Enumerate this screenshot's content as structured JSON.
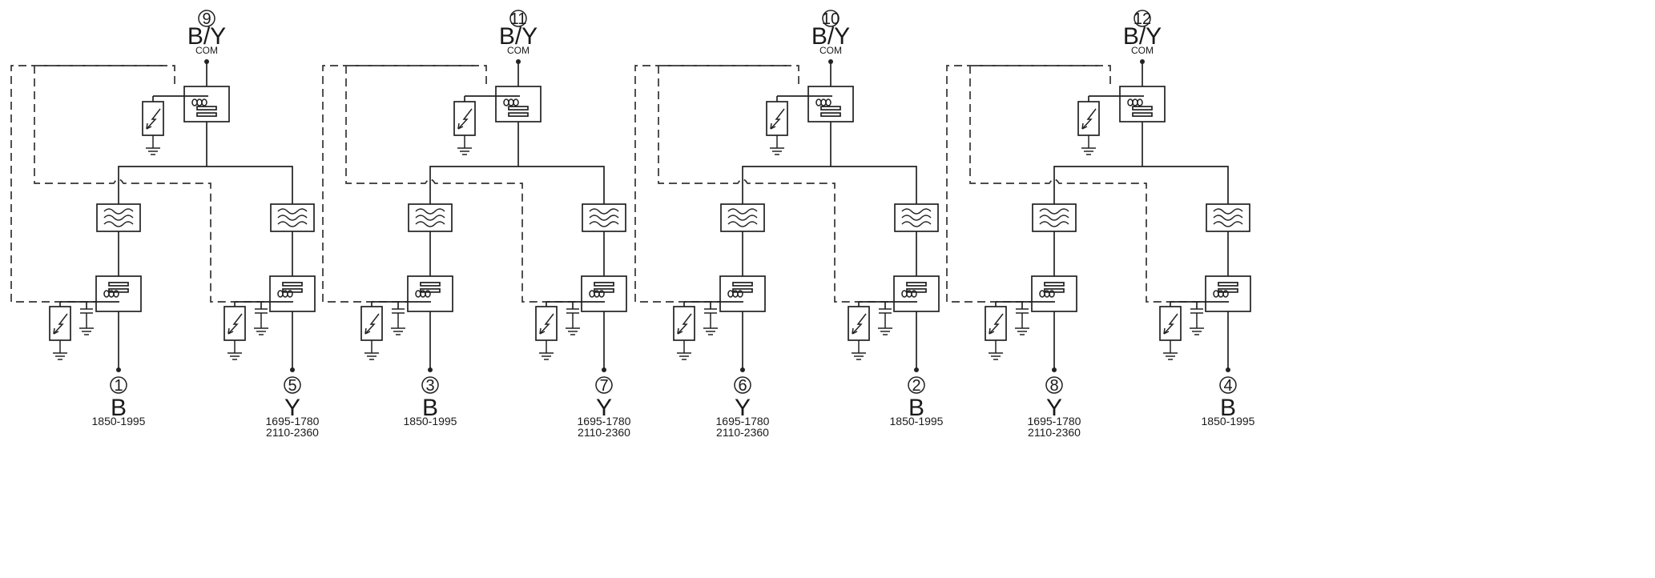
{
  "units": [
    {
      "common": {
        "num": "9",
        "label": "B/Y",
        "sub": "COM"
      },
      "left": {
        "num": "1",
        "label": "B",
        "range1": "1850-1995",
        "range2": ""
      },
      "right": {
        "num": "5",
        "label": "Y",
        "range1": "1695-1780",
        "range2": "2110-2360"
      }
    },
    {
      "common": {
        "num": "11",
        "label": "B/Y",
        "sub": "COM"
      },
      "left": {
        "num": "3",
        "label": "B",
        "range1": "1850-1995",
        "range2": ""
      },
      "right": {
        "num": "7",
        "label": "Y",
        "range1": "1695-1780",
        "range2": "2110-2360"
      }
    },
    {
      "common": {
        "num": "10",
        "label": "B/Y",
        "sub": "COM"
      },
      "left": {
        "num": "6",
        "label": "Y",
        "range1": "1695-1780",
        "range2": "2110-2360"
      },
      "right": {
        "num": "2",
        "label": "B",
        "range1": "1850-1995",
        "range2": ""
      }
    },
    {
      "common": {
        "num": "12",
        "label": "B/Y",
        "sub": "COM"
      },
      "left": {
        "num": "8",
        "label": "Y",
        "range1": "1695-1780",
        "range2": "2110-2360"
      },
      "right": {
        "num": "4",
        "label": "B",
        "range1": "1850-1995",
        "range2": ""
      }
    }
  ]
}
